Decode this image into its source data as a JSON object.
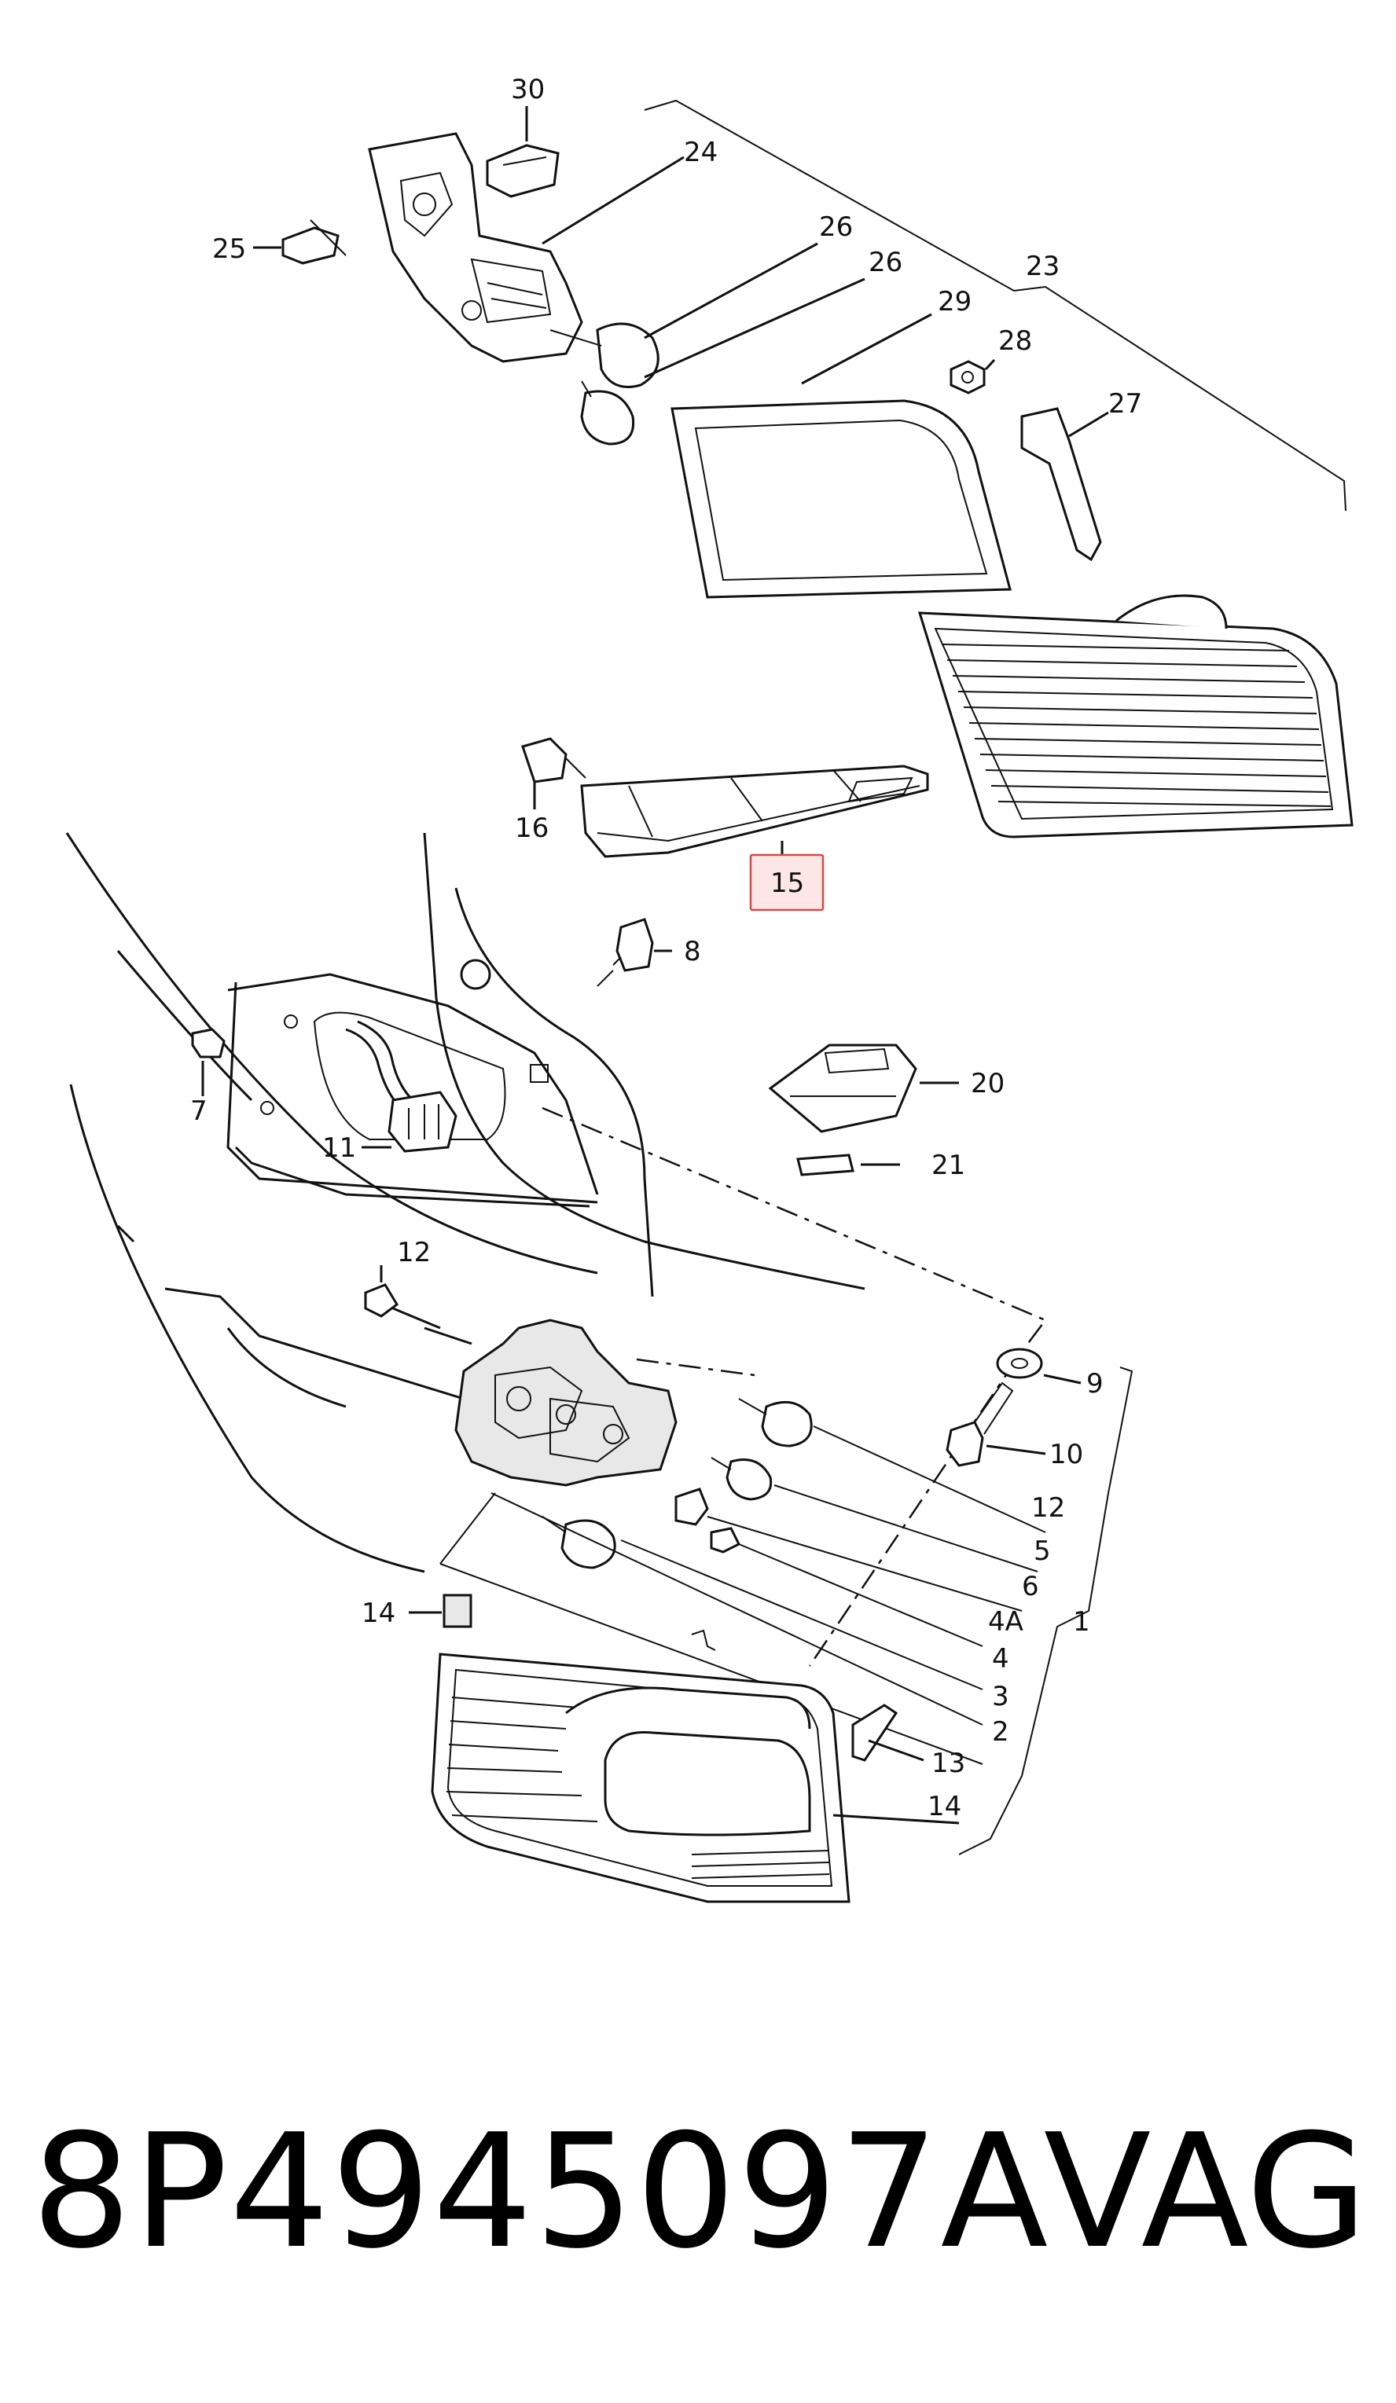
{
  "diagram": {
    "labels": {
      "l30": "30",
      "l24": "24",
      "l25": "25",
      "l26a": "26",
      "l26b": "26",
      "l23": "23",
      "l29": "29",
      "l28": "28",
      "l27": "27",
      "l16": "16",
      "l15": "15",
      "l8": "8",
      "l7": "7",
      "l11": "11",
      "l20": "20",
      "l21": "21",
      "l12a": "12",
      "l9": "9",
      "l10": "10",
      "l12b": "12",
      "l5": "5",
      "l6": "6",
      "l4A": "4A",
      "l1": "1",
      "l4": "4",
      "l3": "3",
      "l2": "2",
      "l14a": "14",
      "l13": "13",
      "l14b": "14"
    },
    "highlighted_label": "15",
    "highlight_color": "#d94848"
  },
  "footer": {
    "part_number": "8P4945097A",
    "brand": "VAG"
  }
}
